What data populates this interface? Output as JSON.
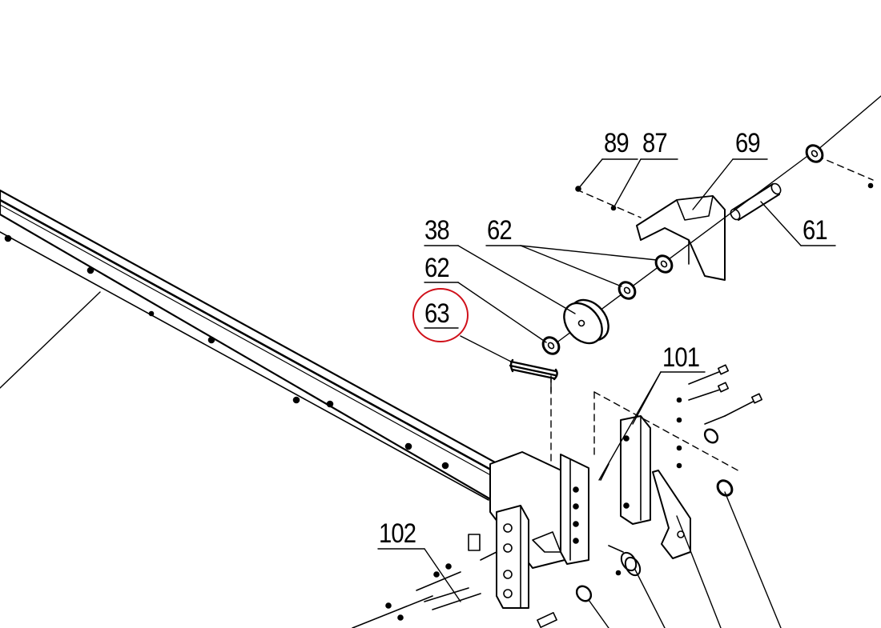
{
  "diagram": {
    "highlight_color": "#d0101a",
    "highlighted_part": "63",
    "labels": {
      "p89": "89",
      "p87": "87",
      "p69": "69",
      "p61": "61",
      "p38": "38",
      "p62a": "62",
      "p62b": "62",
      "p63": "63",
      "p101": "101",
      "p102": "102"
    }
  }
}
